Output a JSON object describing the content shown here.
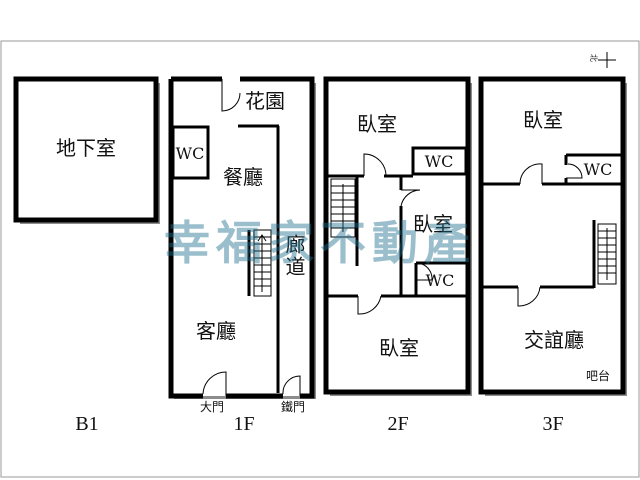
{
  "plan": {
    "b1": {
      "basement": "地下室",
      "floor_label": "B1"
    },
    "f1": {
      "garden": "花園",
      "wc": "WC",
      "dining": "餐廳",
      "corridor": "廊道",
      "living": "客廳",
      "main_door": "大門",
      "iron_door": "鐵門",
      "floor_label": "1F"
    },
    "f2": {
      "bedroom_top": "臥室",
      "wc_top": "WC",
      "bedroom_mid": "臥室",
      "wc_mid": "WC",
      "bedroom_bottom": "臥室",
      "floor_label": "2F"
    },
    "f3": {
      "bedroom": "臥室",
      "wc": "WC",
      "lounge": "交誼廳",
      "bar": "吧台",
      "floor_label": "3F"
    },
    "north": "北",
    "watermark": "幸福家不動產",
    "colors": {
      "wall": "#000000",
      "shadow": "#8c8c8c",
      "frame": "#999999",
      "watermark": "#1e6e8c"
    }
  }
}
